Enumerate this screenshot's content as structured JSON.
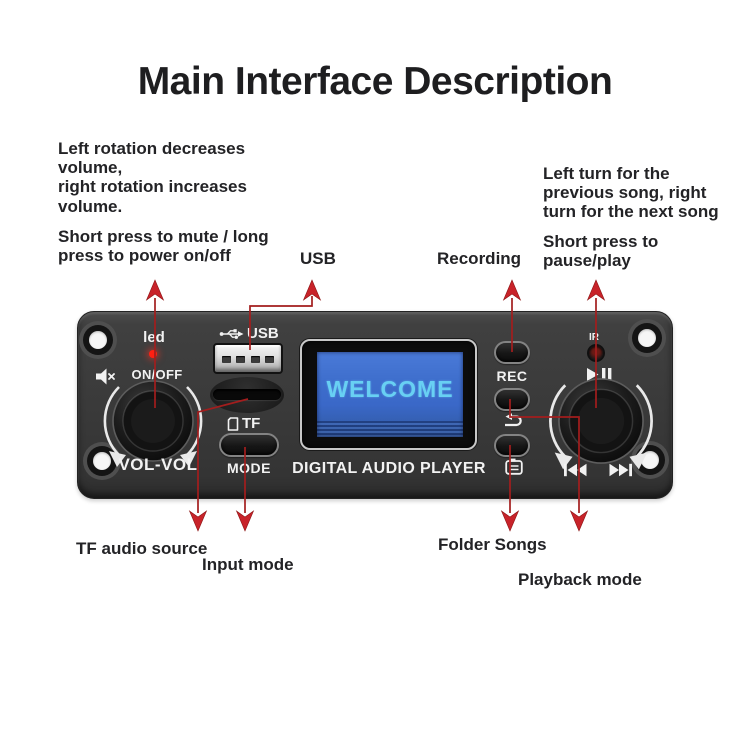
{
  "title": "Main Interface Description",
  "callouts": {
    "volume_knob": "Left rotation decreases\nvolume,\nright rotation increases\nvolume.",
    "power": "Short press to mute / long\npress to power on/off",
    "usb": "USB",
    "recording": "Recording",
    "track": "Left turn for the\nprevious song, right\nturn for the next song",
    "pause_play": "Short press to\npause/play",
    "tf_source": "TF audio source",
    "input_mode": "Input mode",
    "folder_songs": "Folder Songs",
    "playback_mode": "Playback mode"
  },
  "board": {
    "led_label": "led",
    "onoff_label": "ON/OFF",
    "volume_label": "VOL-VOL",
    "usb_label": "USB",
    "tf_label": "TF",
    "mode_label": "MODE",
    "screen_text": "WELCOME",
    "player_label": "DIGITAL AUDIO PLAYER",
    "rec_label": "REC",
    "ir_label": "IR"
  },
  "icons": {
    "mute-icon": "speaker-with-x",
    "usb-icon": "usb-trident",
    "sd-card-icon": "sd-card-outline",
    "play-pause-icon": "triangle-with-pause-bars",
    "repeat-icon": "loop-return-arrow",
    "folder-icon": "folder-with-lines",
    "prev-track-icon": "bar-double-left-triangles",
    "next-track-icon": "double-right-triangles-bar",
    "rotation-arrows-icon": "curved-arrows-around-knob",
    "annotation-arrow-icon": "red-pointer-arrow"
  },
  "colors": {
    "arrow_red": "#c8232a",
    "arrow_line_red": "#a31d1d",
    "screen_blue": "#3a68c8",
    "screen_text_blue": "#68d0f3",
    "led_red": "#ff2012",
    "board_gray": "#3a3a3a"
  }
}
